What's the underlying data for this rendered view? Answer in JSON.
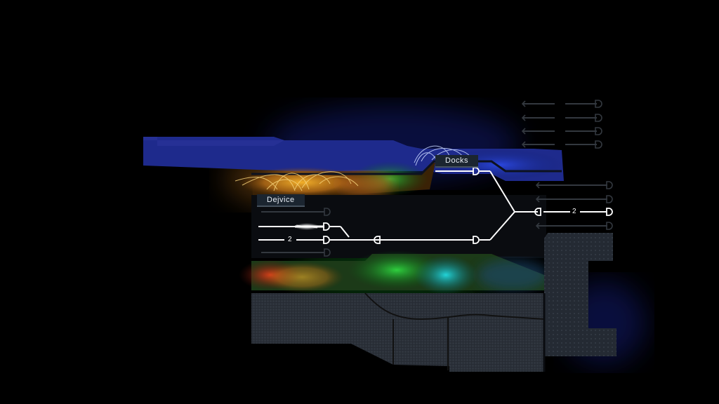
{
  "stations": [
    {
      "id": "dejvice",
      "label": "Dejvice"
    },
    {
      "id": "docks",
      "label": "Docks"
    }
  ],
  "track_counts": {
    "left_lane": "2",
    "right_lane": "2"
  },
  "colors": {
    "background": "#000000",
    "track": "#ffffff",
    "dim_track": "#3a3f45",
    "blue_region": "#2b3aa8",
    "orange_region": "#e8a21e",
    "green_region": "#27b53a",
    "cyan_region": "#19c2c8",
    "red_region": "#c8321e",
    "grid_region": "#2a2f38"
  },
  "icons": {
    "train_head": "train-head-icon",
    "train_tail": "train-tail-icon",
    "spark": "spark-icon"
  }
}
